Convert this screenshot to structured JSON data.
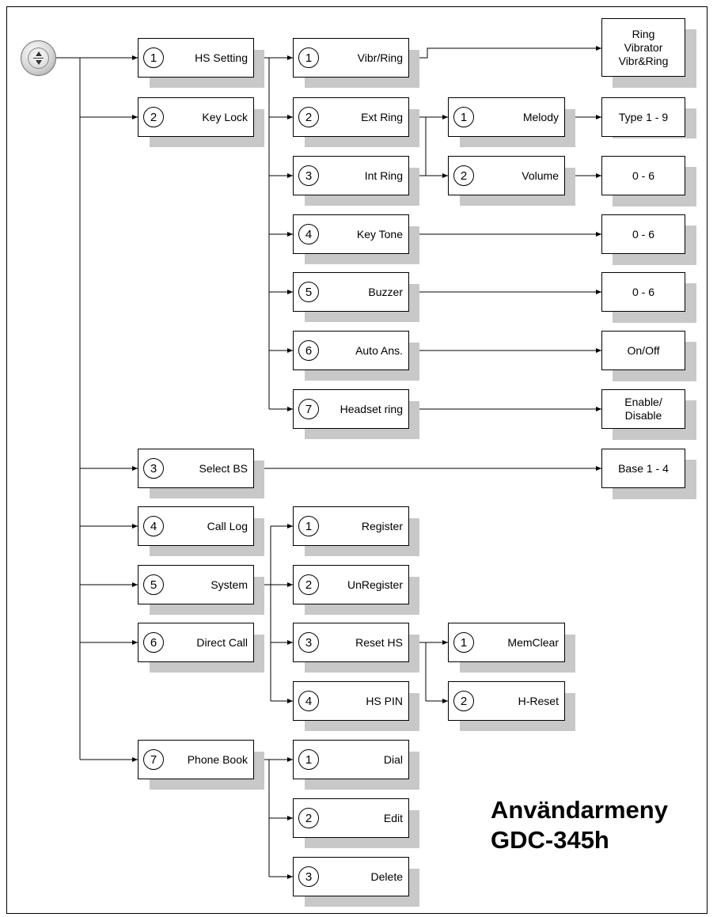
{
  "title": {
    "line1": "Användarmeny",
    "line2": "GDC-345h"
  },
  "icons": {
    "nav": "navigation-key-icon"
  },
  "menu": {
    "level1": [
      {
        "num": "1",
        "label": "HS Setting"
      },
      {
        "num": "2",
        "label": "Key Lock"
      },
      {
        "num": "3",
        "label": "Select BS"
      },
      {
        "num": "4",
        "label": "Call Log"
      },
      {
        "num": "5",
        "label": "System"
      },
      {
        "num": "6",
        "label": "Direct Call"
      },
      {
        "num": "7",
        "label": "Phone Book"
      }
    ],
    "hs_setting": [
      {
        "num": "1",
        "label": "Vibr/Ring"
      },
      {
        "num": "2",
        "label": "Ext Ring"
      },
      {
        "num": "3",
        "label": "Int Ring"
      },
      {
        "num": "4",
        "label": "Key Tone"
      },
      {
        "num": "5",
        "label": "Buzzer"
      },
      {
        "num": "6",
        "label": "Auto Ans."
      },
      {
        "num": "7",
        "label": "Headset ring"
      }
    ],
    "ring": [
      {
        "num": "1",
        "label": "Melody"
      },
      {
        "num": "2",
        "label": "Volume"
      }
    ],
    "system": [
      {
        "num": "1",
        "label": "Register"
      },
      {
        "num": "2",
        "label": "UnRegister"
      },
      {
        "num": "3",
        "label": "Reset HS"
      },
      {
        "num": "4",
        "label": "HS PIN"
      }
    ],
    "reset": [
      {
        "num": "1",
        "label": "MemClear"
      },
      {
        "num": "2",
        "label": "H-Reset"
      }
    ],
    "phone_book": [
      {
        "num": "1",
        "label": "Dial"
      },
      {
        "num": "2",
        "label": "Edit"
      },
      {
        "num": "3",
        "label": "Delete"
      }
    ]
  },
  "options": {
    "vibr_ring": [
      "Ring",
      "Vibrator",
      "Vibr&Ring"
    ],
    "melody": [
      "Type 1 - 9"
    ],
    "volume": [
      "0 - 6"
    ],
    "key_tone": [
      "0 - 6"
    ],
    "buzzer": [
      "0 - 6"
    ],
    "auto_ans": [
      "On/Off"
    ],
    "headset_ring": [
      "Enable/",
      "Disable"
    ],
    "select_bs": [
      "Base 1 - 4"
    ]
  }
}
